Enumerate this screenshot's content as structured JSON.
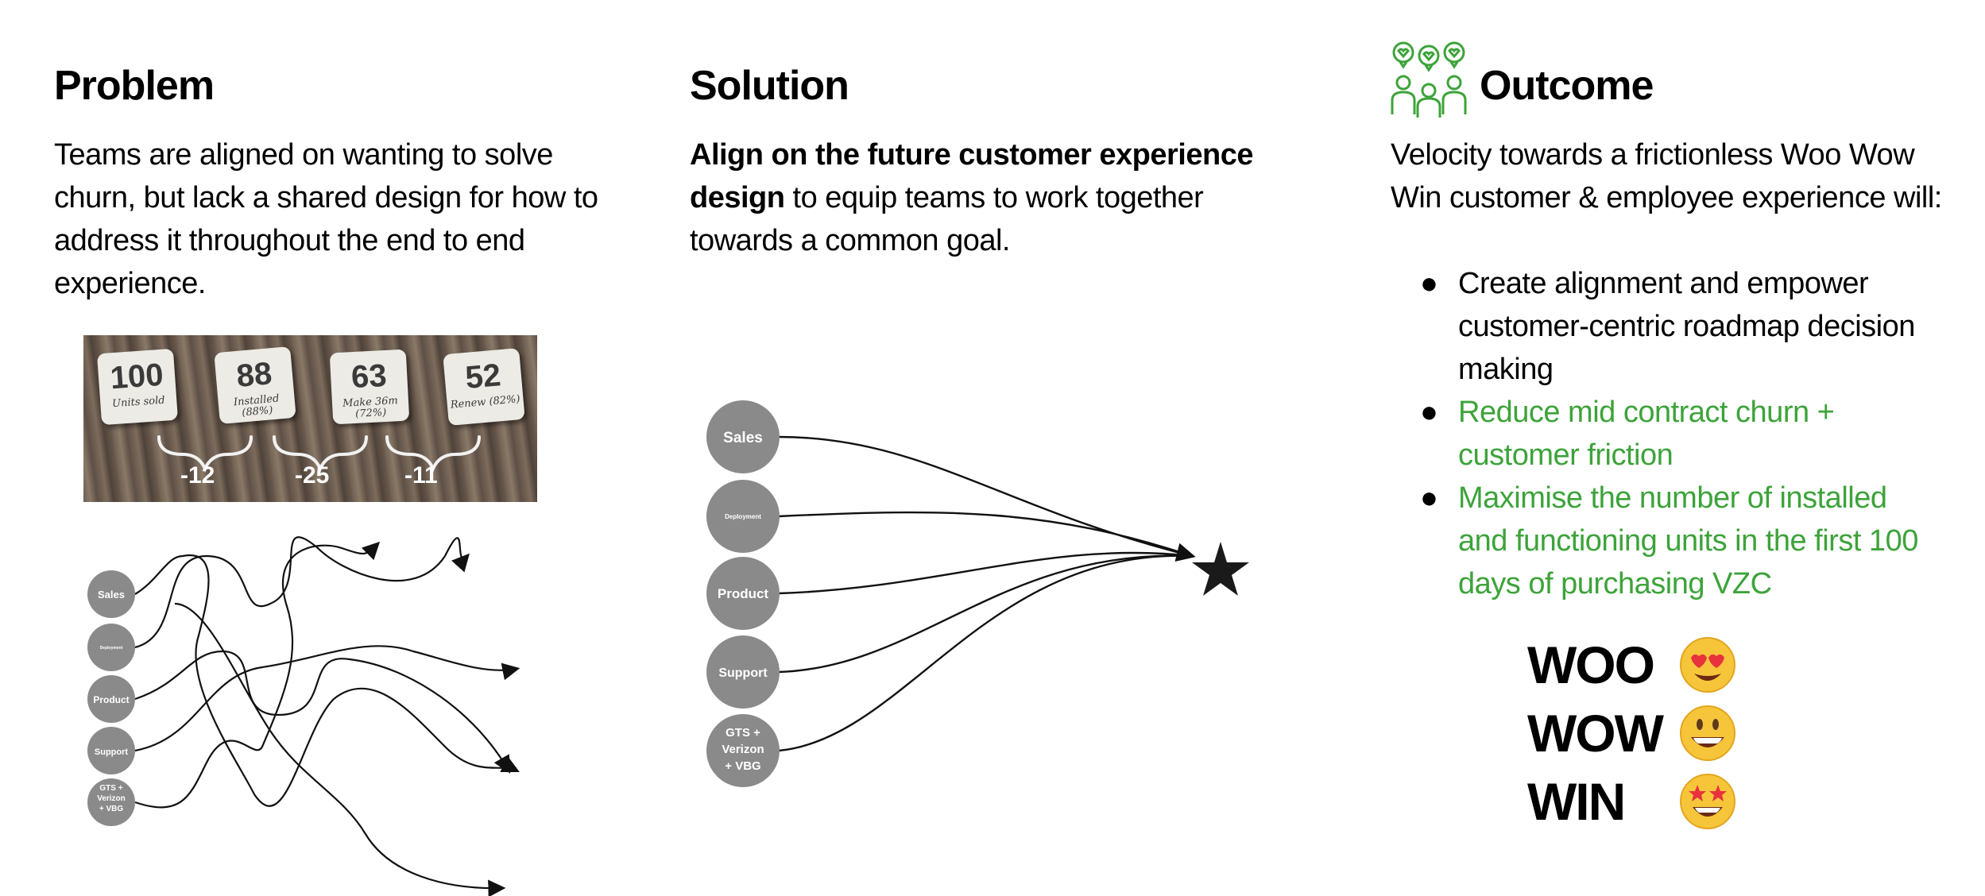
{
  "problem": {
    "title": "Problem",
    "body": "Teams are aligned on wanting to solve churn, but lack a shared design for how to address it throughout the end to end experience.",
    "photo": {
      "cards": [
        {
          "number": "100",
          "caption": "Units sold"
        },
        {
          "number": "88",
          "caption": "Installed (88%)"
        },
        {
          "number": "63",
          "caption": "Make 36m (72%)"
        },
        {
          "number": "52",
          "caption": "Renew (82%)"
        }
      ],
      "diffs": [
        "-12",
        "-25",
        "-11"
      ]
    },
    "teams": [
      "Sales",
      "Deployment",
      "Product",
      "Support",
      "GTS + Verizon + VBG"
    ]
  },
  "solution": {
    "title": "Solution",
    "body_bold": "Align on the future customer experience design",
    "body_rest": " to equip teams to work together towards  a common goal.",
    "teams": [
      "Sales",
      "Deployment",
      "Product",
      "Support",
      "GTS + Verizon + VBG"
    ],
    "goal_icon": "star-icon"
  },
  "outcome": {
    "title": "Outcome",
    "header_icon": "team-feedback-icon",
    "intro": "Velocity towards a frictionless Woo Wow Win customer & employee experience will:",
    "bullets": [
      {
        "text": "Create alignment and empower customer-centric roadmap decision making",
        "color": "#000000"
      },
      {
        "text": "Reduce mid contract churn + customer friction",
        "color": "#3da33a"
      },
      {
        "text": "Maximise the number of installed and functioning units in the first 100 days of purchasing VZC",
        "color": "#3da33a"
      }
    ],
    "wows": [
      {
        "word": "WOO",
        "emoji": "heart-eyes-emoji"
      },
      {
        "word": "WOW",
        "emoji": "grinning-emoji"
      },
      {
        "word": "WIN",
        "emoji": "star-struck-emoji"
      }
    ]
  },
  "colors": {
    "accent_green": "#3da33a",
    "node_grey": "#8a8a8a"
  }
}
